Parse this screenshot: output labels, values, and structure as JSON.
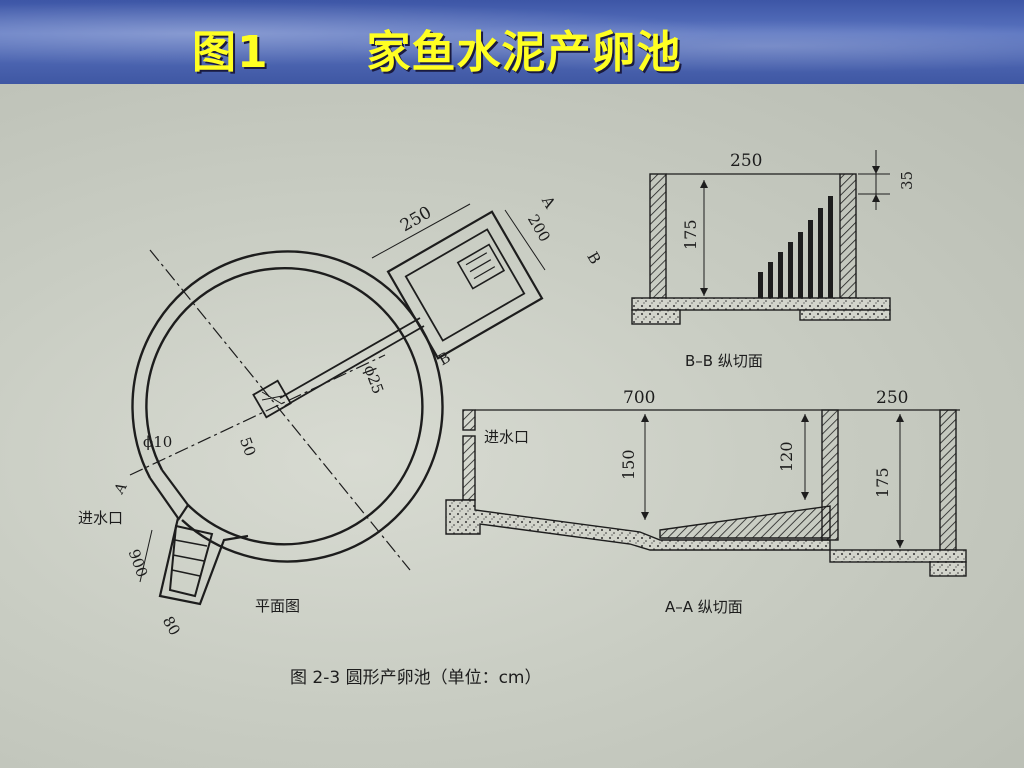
{
  "slide": {
    "title": "图1      家鱼水泥产卵池"
  },
  "plan": {
    "dim_250": "250",
    "dim_200": "200",
    "dim_d25": "ϕ25",
    "dim_50": "50",
    "dim_d10": "ϕ10",
    "dim_900": "900",
    "dim_80": "80",
    "section_a": "A",
    "section_b": "B",
    "inlet_label": "进水口",
    "caption": "平面图"
  },
  "section_bb": {
    "dim_250": "250",
    "dim_35": "35",
    "dim_175": "175",
    "caption": "B–B 纵切面"
  },
  "section_aa": {
    "dim_700": "700",
    "dim_250": "250",
    "dim_150": "150",
    "dim_120": "120",
    "dim_175": "175",
    "inlet_label": "进水口",
    "caption": "A–A 纵切面"
  },
  "figure": {
    "caption": "图 2-3    圆形产卵池（单位：cm）"
  },
  "colors": {
    "title": "#ffff22",
    "header_bg": "#3d56a6",
    "paper": "#cfd2c8",
    "ink": "#1d1d1d"
  }
}
